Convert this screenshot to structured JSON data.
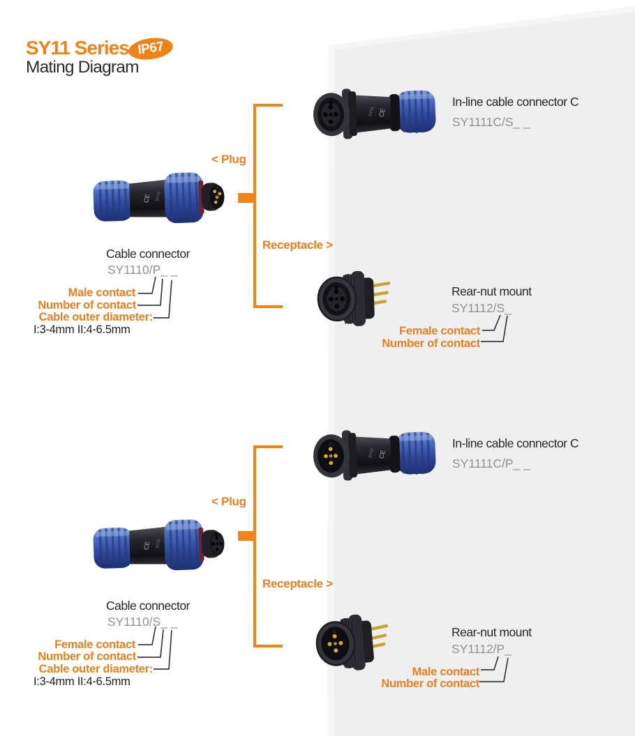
{
  "header": {
    "series_title": "SY11 Series",
    "badge_label": "IP67",
    "subtitle": "Mating Diagram"
  },
  "connector_labels": {
    "plug": "< Plug",
    "receptacle": "Receptacle >"
  },
  "photo_markings": {
    "ce": "CE",
    "model": "SY11"
  },
  "colors": {
    "accent_orange": "#ef8318",
    "panel_gray": "#efeff0",
    "part_number_gray": "#919191",
    "text_dark": "#282828",
    "connector_blue": "#30489c",
    "pin_gold": "#c9a233"
  },
  "sections": {
    "top": {
      "inline": {
        "name": "In-line cable connector C",
        "part": "SY1111C/S_ _"
      },
      "cable": {
        "name": "Cable connector",
        "part": "SY1110/P_ _",
        "callouts": [
          "Male contact",
          "Number of contact",
          "Cable outer diameter:"
        ],
        "diameter_note": "I:3-4mm II:4-6.5mm"
      },
      "rearnut": {
        "name": "Rear-nut mount",
        "part": "SY1112/S_",
        "callouts": [
          "Female contact",
          "Number of contact"
        ]
      }
    },
    "bottom": {
      "inline": {
        "name": "In-line cable connector C",
        "part": "SY1111C/P_ _"
      },
      "cable": {
        "name": "Cable connector",
        "part": "SY1110/S_ _",
        "callouts": [
          "Female contact",
          "Number of contact",
          "Cable outer diameter:"
        ],
        "diameter_note": "I:3-4mm II:4-6.5mm"
      },
      "rearnut": {
        "name": "Rear-nut mount",
        "part": "SY1112/P_",
        "callouts": [
          "Male contact",
          "Number of contact"
        ]
      }
    }
  }
}
